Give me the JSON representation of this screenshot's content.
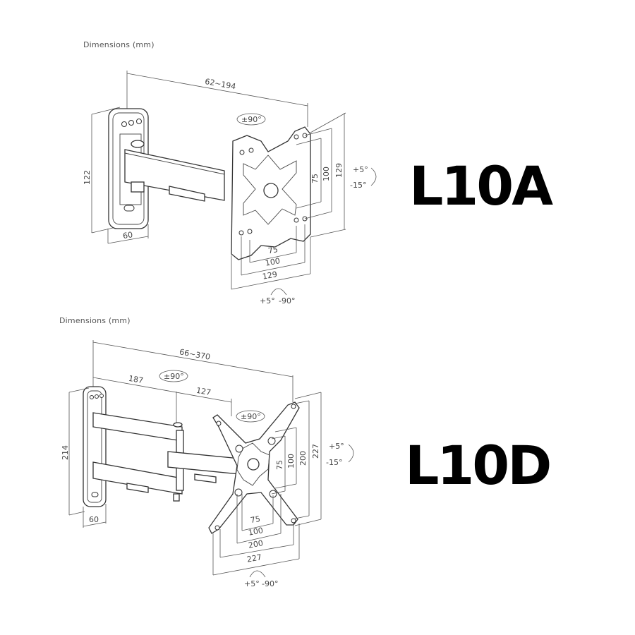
{
  "sections": [
    {
      "model": "L10A",
      "heading": "Dimensions (mm)",
      "dimensions": {
        "extension": "62~194",
        "wall_plate_height": "122",
        "wall_plate_depth": "60",
        "vesa_horizontal": [
          "75",
          "100",
          "129"
        ],
        "vesa_vertical": [
          "75",
          "100",
          "129"
        ],
        "rotation": "±90°",
        "tilt_up": "+5°",
        "tilt_down": "-15°",
        "swivel_left": "+5°",
        "swivel_right": "-90°"
      }
    },
    {
      "model": "L10D",
      "heading": "Dimensions (mm)",
      "dimensions": {
        "extension": "66~370",
        "arm_1": "187",
        "arm_2": "127",
        "wall_plate_height": "214",
        "wall_plate_depth": "60",
        "vesa_horizontal": [
          "75",
          "100",
          "200",
          "227"
        ],
        "vesa_vertical": [
          "75",
          "100",
          "200",
          "227"
        ],
        "arm_rotation": "±90°",
        "rotation": "±90°",
        "tilt_up": "+5°",
        "tilt_down": "-15°",
        "swivel_left": "+5°",
        "swivel_right": "-90°"
      }
    }
  ]
}
